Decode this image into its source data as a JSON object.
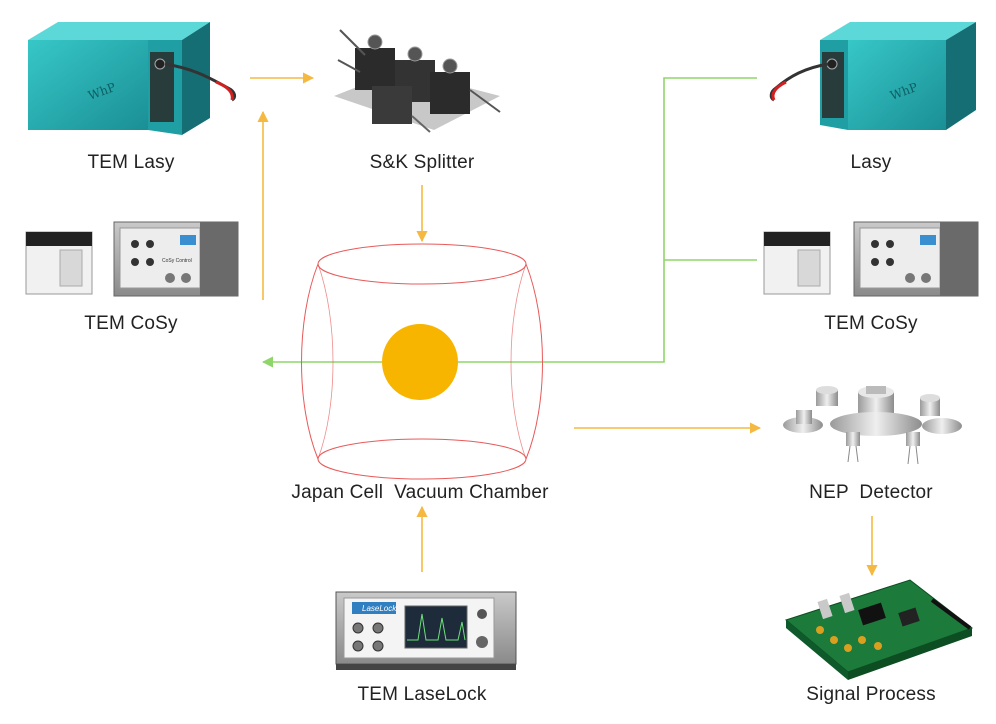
{
  "labels": {
    "tem_lasy": "TEM Lasy",
    "splitter": "S&K Splitter",
    "lasy": "Lasy",
    "tem_cosy_left": "TEM CoSy",
    "tem_cosy_right": "TEM CoSy",
    "chamber": "Japan Cell  Vacuum Chamber",
    "detector": "NEP  Detector",
    "laselock": "TEM LaseLock",
    "signal": "Signal Process"
  },
  "device_text": {
    "laselock_screen": "LaseLock",
    "cosy_panel": "CoSy Control"
  },
  "icons": [
    "laser-unit-icon",
    "splitter-icon",
    "cosy-controller-icon",
    "vacuum-chamber-icon",
    "detector-icon",
    "laselock-icon",
    "circuit-board-icon"
  ],
  "colors": {
    "orange_path": "#f5b942",
    "green_path": "#8fd66a",
    "chamber_outline": "#e85a5a",
    "sample_dot": "#f7b500",
    "device_teal": "#2bb3b3"
  }
}
